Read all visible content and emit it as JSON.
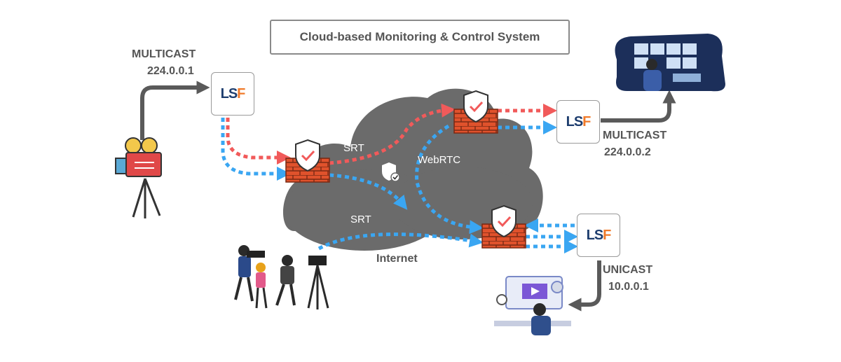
{
  "title": "Cloud-based Monitoring & Control System",
  "labels": {
    "multicast_in": "MULTICAST",
    "multicast_in_addr": "224.0.0.1",
    "multicast_out": "MULTICAST",
    "multicast_out_addr": "224.0.0.2",
    "unicast": "UNICAST",
    "unicast_addr": "10.0.0.1",
    "srt_top": "SRT",
    "srt_bottom": "SRT",
    "webrtc": "WebRTC",
    "internet": "Internet"
  },
  "nodes": [
    {
      "id": "lsf-source",
      "text_main": "LS",
      "text_accent": "F"
    },
    {
      "id": "lsf-monitor",
      "text_main": "LS",
      "text_accent": "F"
    },
    {
      "id": "lsf-unicast",
      "text_main": "LS",
      "text_accent": "F"
    }
  ],
  "colors": {
    "cloud": "#6b6b6b",
    "red_stream": "#f15a5a",
    "blue_stream": "#3aa6f2",
    "wall": "#e0522c",
    "arrow_gray": "#5a5a5a"
  }
}
